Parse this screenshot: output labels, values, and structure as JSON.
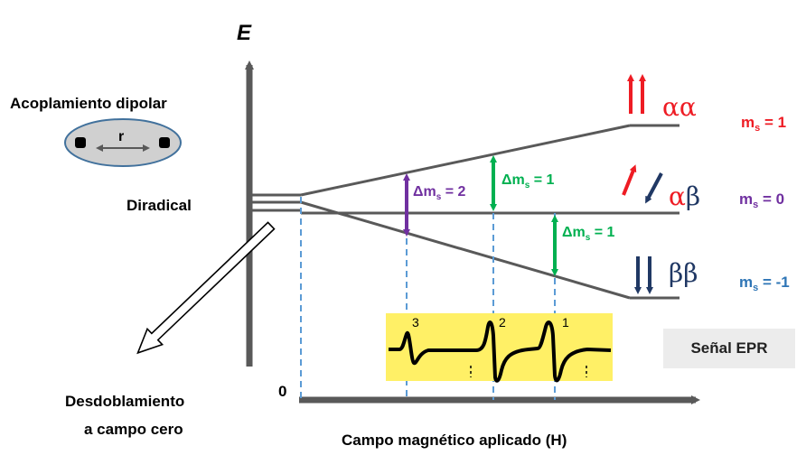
{
  "axes": {
    "energy_label": "E",
    "x_axis_label": "Campo magnético aplicado (H)",
    "origin_label": "0"
  },
  "left_labels": {
    "coupling": "Acoplamiento dipolar",
    "distance": "r",
    "diradical": "Diradical",
    "zfs_line1": "Desdoblamiento",
    "zfs_line2": "a campo cero"
  },
  "levels": [
    {
      "state": "αα",
      "ms_label": "m",
      "ms_sub": "s",
      "ms_value": " = 1",
      "color": "#ee1c24"
    },
    {
      "state": "αβ",
      "ms_label": "m",
      "ms_sub": "s",
      "ms_value": " = 0",
      "color": "#7030a0"
    },
    {
      "state": "ββ",
      "ms_label": "m",
      "ms_sub": "s",
      "ms_value": " = -1",
      "color": "#2e75b6"
    }
  ],
  "transitions": [
    {
      "label": "Δm",
      "sub": "s",
      "value": " = 2",
      "color": "#7030a0"
    },
    {
      "label": "Δm",
      "sub": "s",
      "value": " = 1",
      "color": "#00b050"
    },
    {
      "label": "Δm",
      "sub": "s",
      "value": " = 1",
      "color": "#00b050"
    }
  ],
  "epr": {
    "box_label": "Señal EPR",
    "peak_labels": [
      "3",
      "2",
      "1"
    ],
    "highlight_color": "#fff066"
  },
  "colors": {
    "axis": "#595959",
    "dashed": "#5b9bd5",
    "state_alpha_alpha": "#ee1c24",
    "state_alpha_beta": "#203864",
    "state_beta_beta": "#203864"
  }
}
